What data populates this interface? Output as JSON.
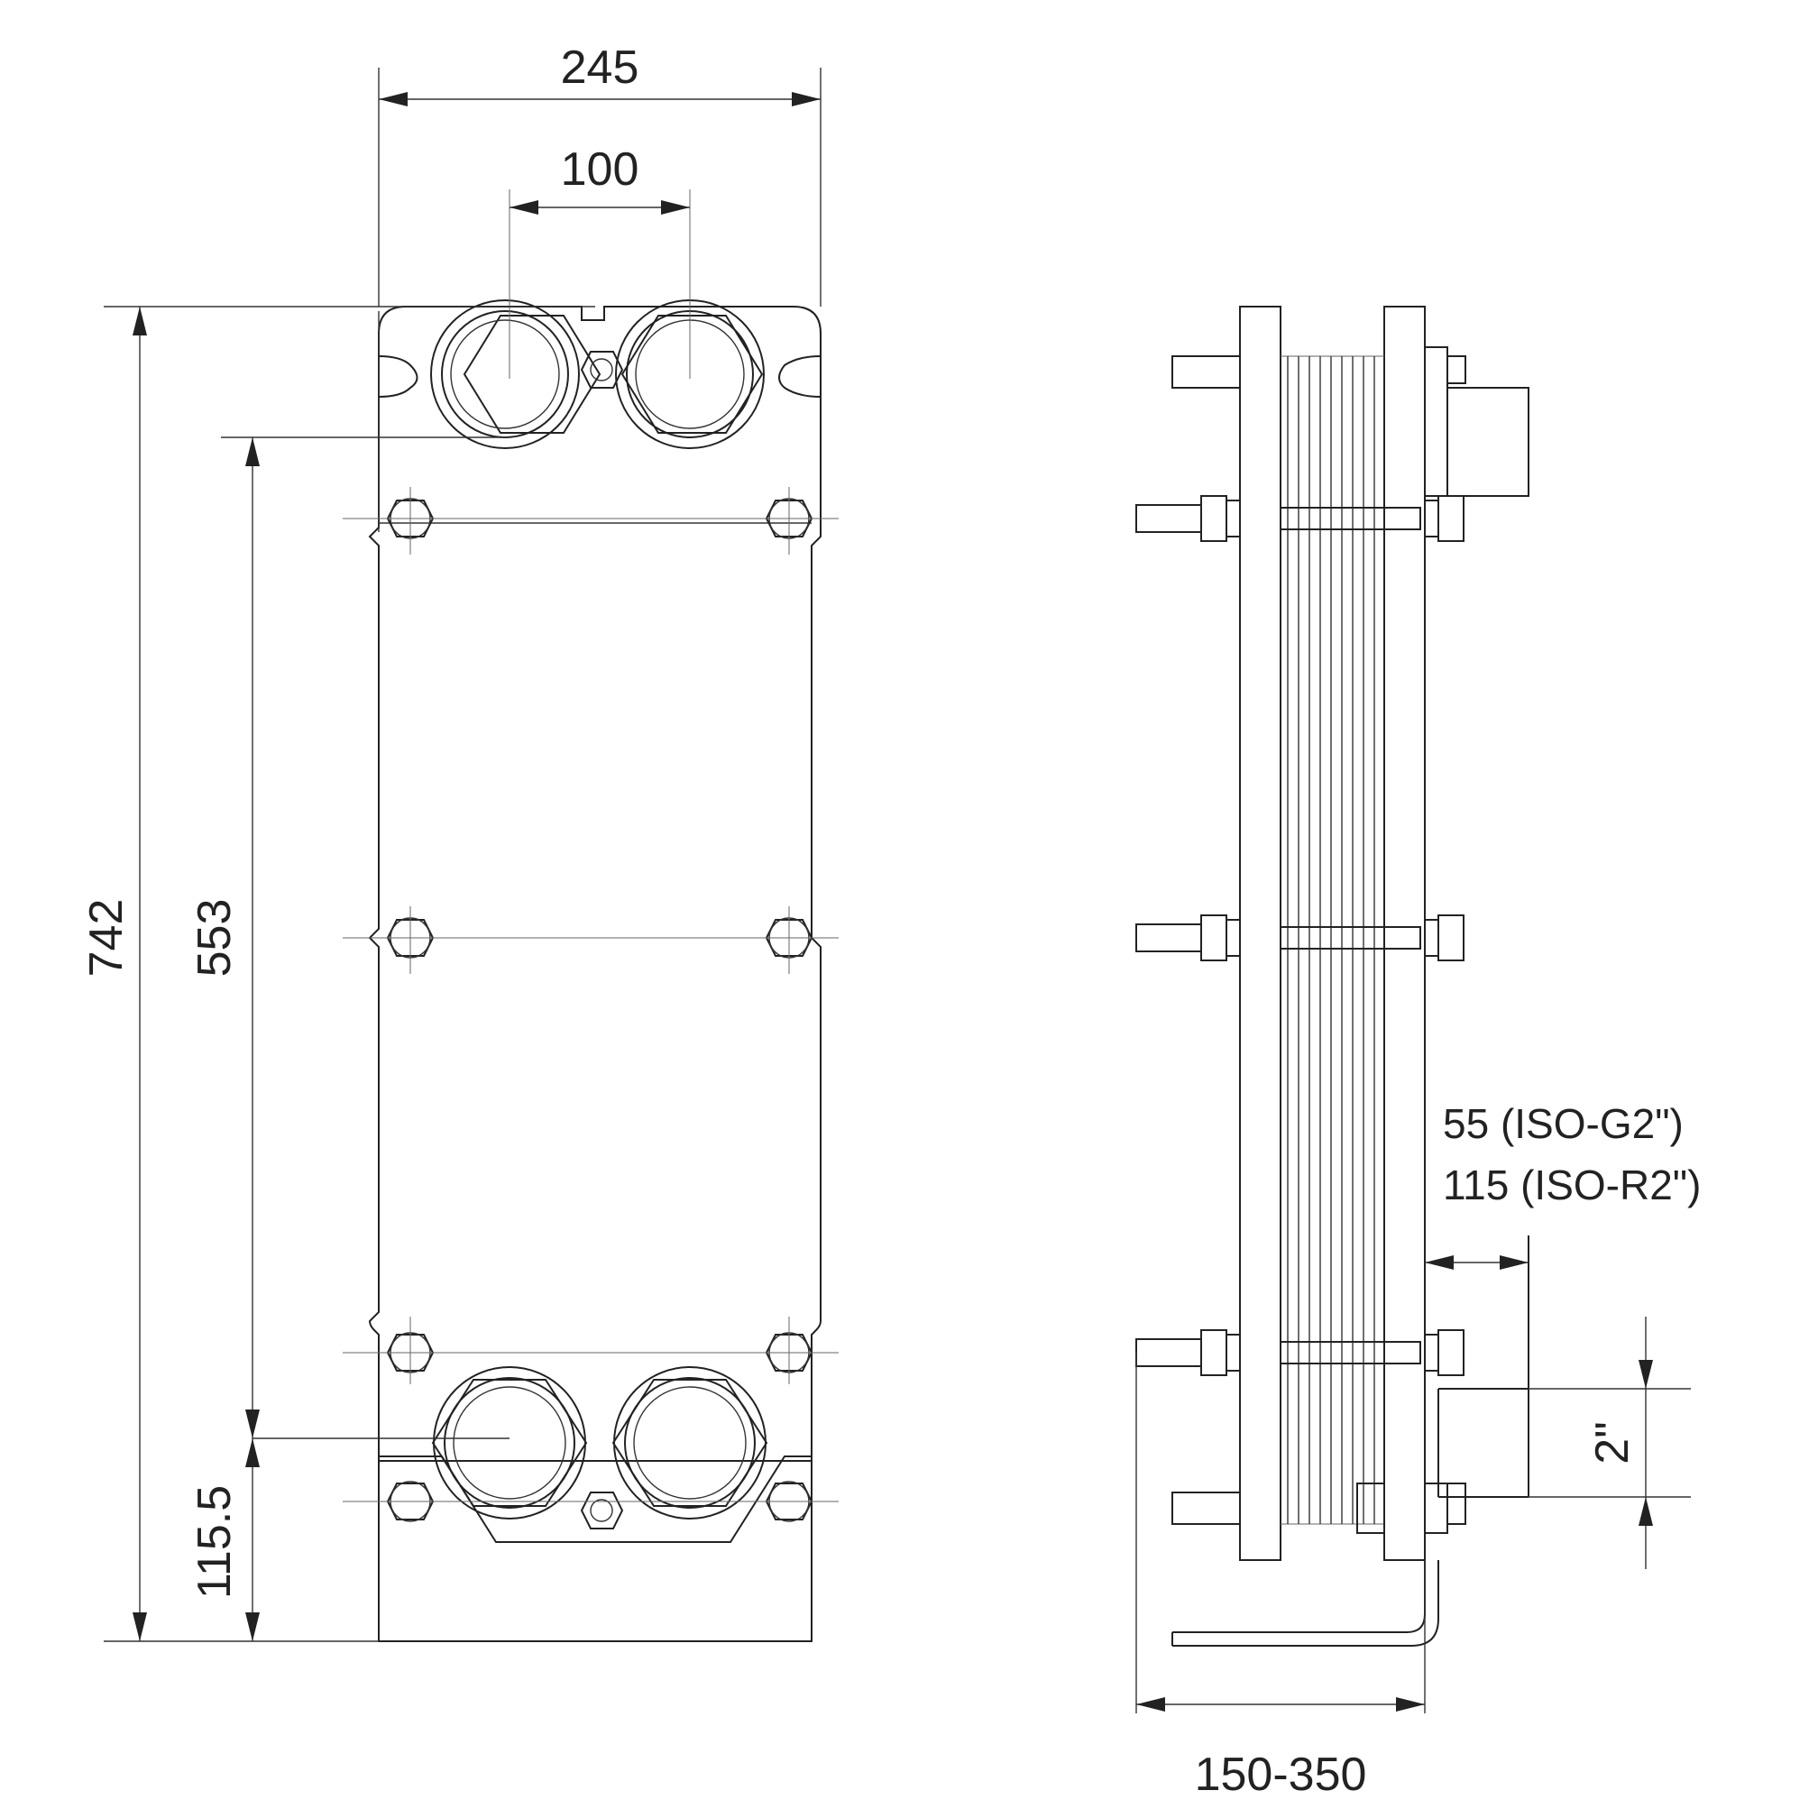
{
  "front_view": {
    "width_overall": "245",
    "port_spacing": "100",
    "height_overall": "742",
    "port_center_distance": "553",
    "bottom_port_height": "115.5"
  },
  "side_view": {
    "connection_note_g": "55 (ISO-G2\")",
    "connection_note_r": "115 (ISO-R2\")",
    "connection_size": "2\"",
    "pack_length": "150-350"
  }
}
